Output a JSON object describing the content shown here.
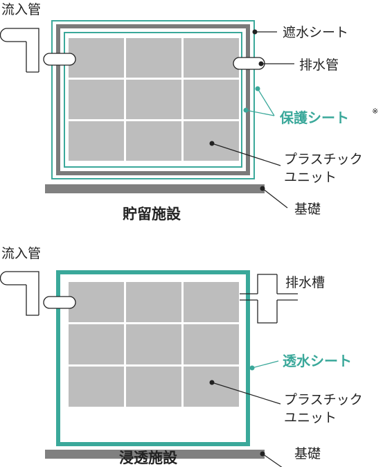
{
  "colors": {
    "accent": "#3aa89a",
    "waterproof": "#7a7a7a",
    "unit": "#bdbdbd",
    "foundation": "#808080",
    "text": "#222222"
  },
  "storage": {
    "inlet_label": "流入管",
    "waterproof_sheet_label": "遮水シート",
    "outlet_label": "排水管",
    "protection_sheet_label": "保護シート",
    "protection_note": "※",
    "unit_label_line1": "プラスチック",
    "unit_label_line2": "ユニット",
    "foundation_label": "基礎",
    "caption": "貯留施設"
  },
  "infiltration": {
    "inlet_label": "流入管",
    "drain_tank_label": "排水槽",
    "permeable_sheet_label": "透水シート",
    "unit_label_line1": "プラスチック",
    "unit_label_line2": "ユニット",
    "foundation_label": "基礎",
    "caption": "浸透施設"
  }
}
